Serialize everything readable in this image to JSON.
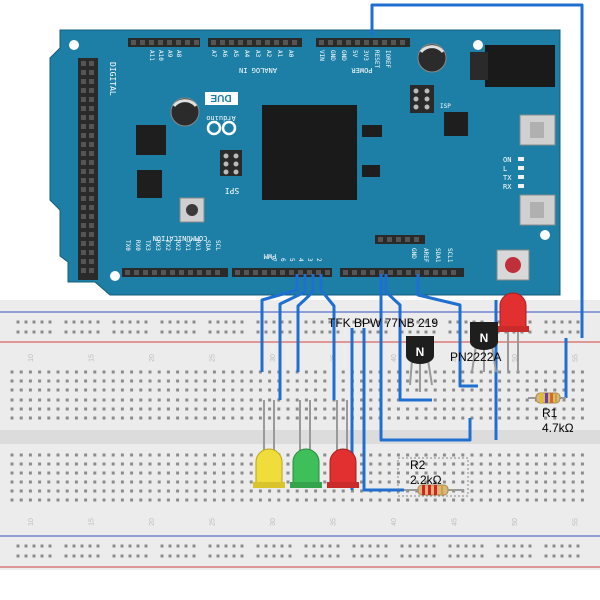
{
  "board": {
    "model": "DUE",
    "brand": "Arduino",
    "header_digital": "DIGITAL",
    "header_analog": "ANALOG IN",
    "header_power": "POWER",
    "header_comm": "COMMUNICATION",
    "header_pwm": "PWM",
    "spi": "SPI",
    "isp": "ISP",
    "leds": [
      "ON",
      "L",
      "TX",
      "RX"
    ],
    "analog_pins": [
      "A11",
      "A10",
      "A9",
      "A8",
      "A7",
      "A6",
      "A5",
      "A4",
      "A3",
      "A2",
      "A1",
      "A0"
    ],
    "power_pins": [
      "VIN",
      "GND",
      "GND",
      "5V",
      "3V3",
      "RESET",
      "IOREF"
    ],
    "comm_pins": [
      "TX0",
      "RX0",
      "TX3",
      "RX3",
      "TX2",
      "RX2",
      "TX1",
      "RX1",
      "SDA",
      "SCL"
    ],
    "pwm_pins": [
      "7",
      "6",
      "5",
      "4",
      "3",
      "2"
    ],
    "upper_pins": [
      "GND",
      "AREF",
      "SDA1",
      "SCL1"
    ]
  },
  "components": {
    "phototransistor_label": "TFK BPW 77NB 219",
    "transistor_label": "PN2222A",
    "transistor_glyph": "N",
    "r1_name": "R1",
    "r1_value": "4.7kΩ",
    "r2_name": "R2",
    "r2_value": "2.2kΩ"
  },
  "breadboard": {
    "column_numbers": [
      "10",
      "15",
      "20",
      "25",
      "30",
      "35",
      "40",
      "45",
      "50",
      "55"
    ]
  },
  "colors": {
    "board": "#1d7fa6",
    "wire": "#1f6fd1",
    "led_yellow": "#f0dc3a",
    "led_green": "#3fbf5a",
    "led_red": "#e23030",
    "breadboard": "#ececec",
    "rail_red": "#d04040",
    "rail_blue": "#3050c0"
  }
}
